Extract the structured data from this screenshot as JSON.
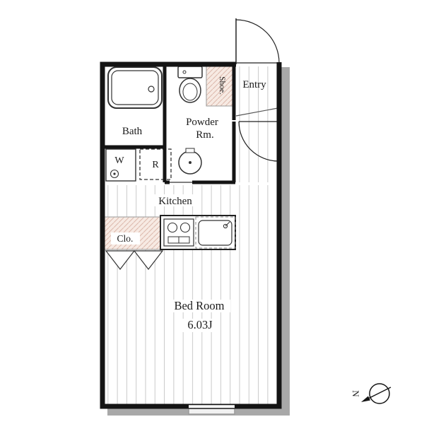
{
  "rooms": {
    "bath": "Bath",
    "powder_line1": "Powder",
    "powder_line2": "Rm.",
    "entry": "Entry",
    "shoe": "Shoe.",
    "washer": "W",
    "fridge": "R",
    "kitchen": "Kitchen",
    "closet": "Clo.",
    "bedroom": "Bed Room",
    "bedroom_size": "6.03J"
  },
  "compass": {
    "north": "N"
  },
  "colors": {
    "wall": "#141414",
    "floor_line": "#c9c9c9",
    "closet_fill": "#f7eae3",
    "closet_hatch": "#dcb9ac",
    "shadow": "#a8a8a8",
    "fixture_stroke": "#333333"
  }
}
